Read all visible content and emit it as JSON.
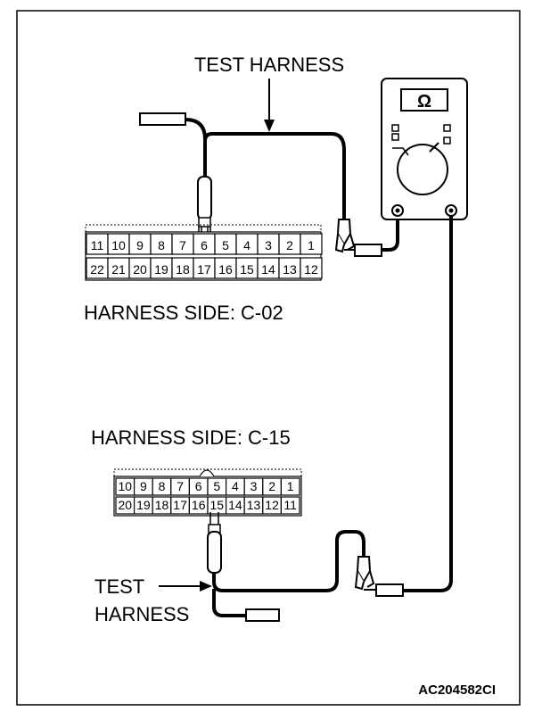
{
  "labels": {
    "test_harness_top": "TEST HARNESS",
    "harness_side_c02": "HARNESS SIDE: C-02",
    "harness_side_c15": "HARNESS SIDE: C-15",
    "test_harness_bottom_line1": "TEST",
    "test_harness_bottom_line2": "HARNESS",
    "figure_code": "AC204582CI"
  },
  "multimeter": {
    "display_symbol": "Ω"
  },
  "connector_c02": {
    "top_row": [
      "11",
      "10",
      "9",
      "8",
      "7",
      "6",
      "5",
      "4",
      "3",
      "2",
      "1"
    ],
    "bottom_row": [
      "22",
      "21",
      "20",
      "19",
      "18",
      "17",
      "16",
      "15",
      "14",
      "13",
      "12"
    ]
  },
  "connector_c15": {
    "top_row": [
      "10",
      "9",
      "8",
      "7",
      "6",
      "5",
      "4",
      "3",
      "2",
      "1"
    ],
    "bottom_row": [
      "20",
      "19",
      "18",
      "17",
      "16",
      "15",
      "14",
      "13",
      "12",
      "11"
    ]
  }
}
